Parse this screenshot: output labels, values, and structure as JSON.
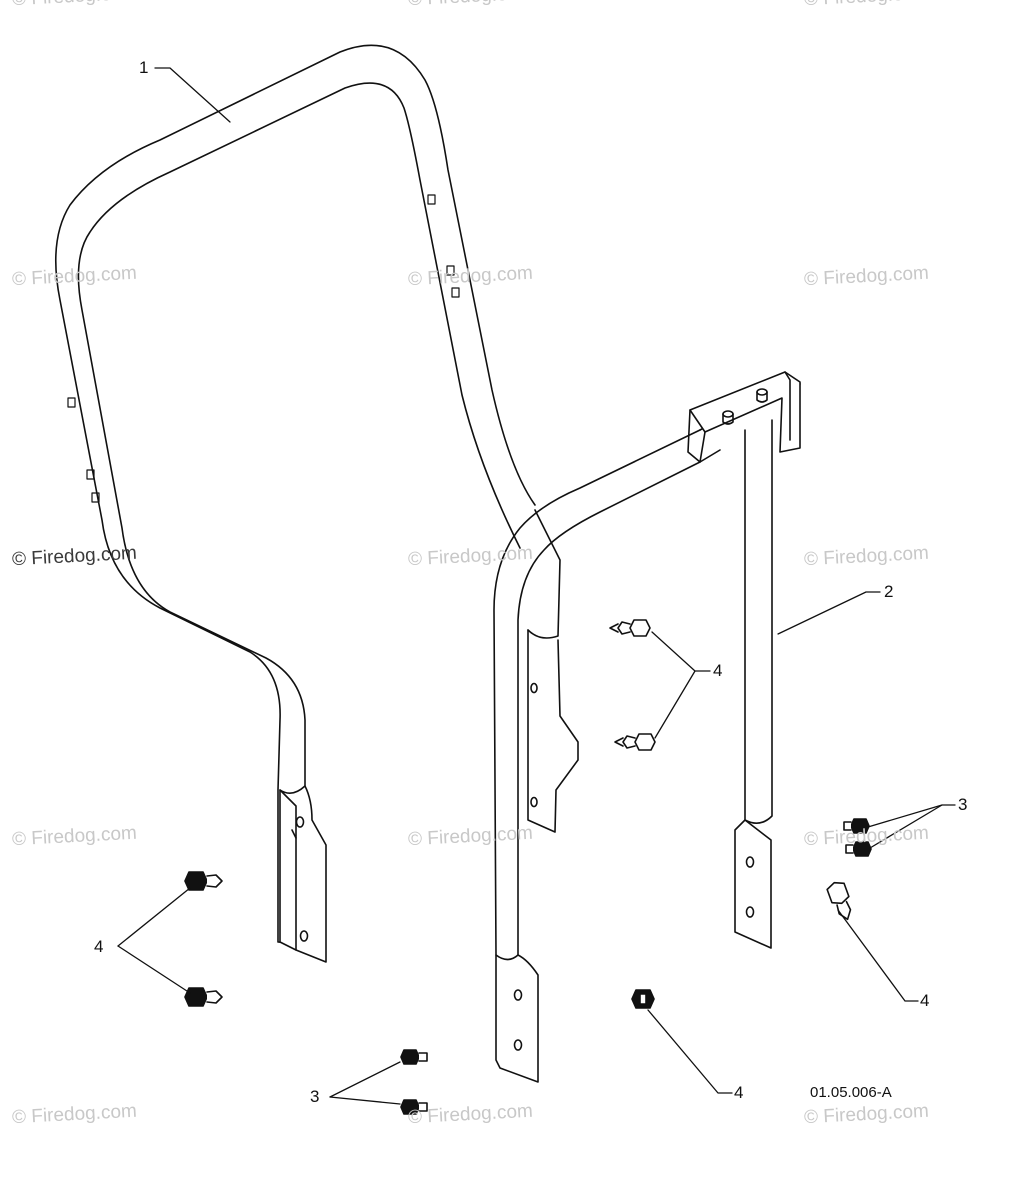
{
  "watermarks": [
    "© Firedog.com",
    "© Firedog.com",
    "© Firedog.com",
    "© Firedog.com",
    "© Firedog.com",
    "© Firedog.com",
    "© Firedog.com",
    "© Firedog.com",
    "© Firedog.com",
    "© Firedog.com",
    "© Firedog.com",
    "© Firedog.com",
    "© Firedog.com",
    "© Firedog.com",
    "© Firedog.com"
  ],
  "callouts": {
    "c1": "1",
    "c2": "2",
    "c3a": "3",
    "c3b": "3",
    "c4a": "4",
    "c4b": "4",
    "c4c": "4",
    "c4d": "4"
  },
  "reference_code": "01.05.006-A"
}
